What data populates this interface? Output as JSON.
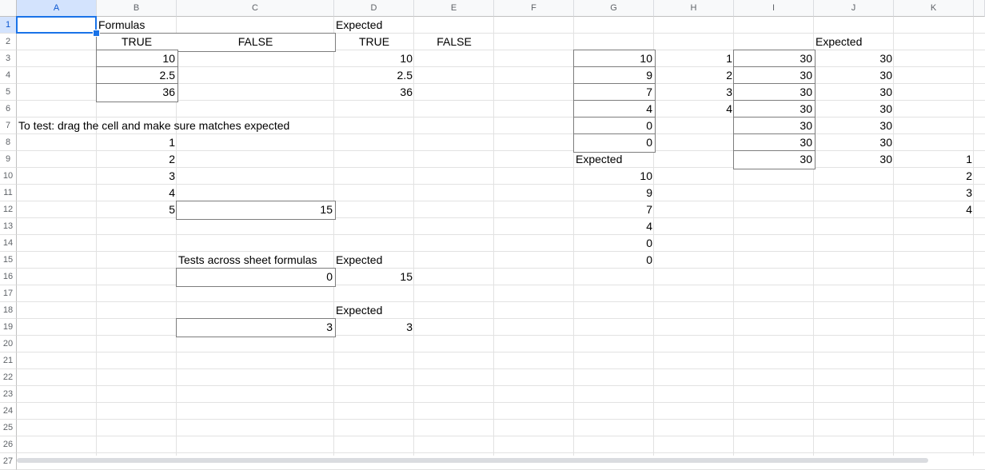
{
  "columns": [
    "A",
    "B",
    "C",
    "D",
    "E",
    "F",
    "G",
    "H",
    "I",
    "J",
    "K"
  ],
  "rows": [
    "1",
    "2",
    "3",
    "4",
    "5",
    "6",
    "7",
    "8",
    "9",
    "10",
    "11",
    "12",
    "13",
    "14",
    "15",
    "16",
    "17",
    "18",
    "19",
    "20",
    "21",
    "22",
    "23",
    "24",
    "25",
    "26",
    "27"
  ],
  "selected_cell": "A1",
  "cells": [
    {
      "ref": "B1",
      "text": "Formulas",
      "align": "l"
    },
    {
      "ref": "D1",
      "text": "Expected",
      "align": "l"
    },
    {
      "ref": "B2",
      "text": "TRUE",
      "align": "c"
    },
    {
      "ref": "C2",
      "text": "FALSE",
      "align": "c"
    },
    {
      "ref": "D2",
      "text": "TRUE",
      "align": "c"
    },
    {
      "ref": "E2",
      "text": "FALSE",
      "align": "c"
    },
    {
      "ref": "J2",
      "text": "Expected",
      "align": "l"
    },
    {
      "ref": "B3",
      "text": "10",
      "align": "r"
    },
    {
      "ref": "D3",
      "text": "10",
      "align": "r"
    },
    {
      "ref": "G3",
      "text": "10",
      "align": "r"
    },
    {
      "ref": "H3",
      "text": "1",
      "align": "r"
    },
    {
      "ref": "I3",
      "text": "30",
      "align": "r"
    },
    {
      "ref": "J3",
      "text": "30",
      "align": "r"
    },
    {
      "ref": "B4",
      "text": "2.5",
      "align": "r"
    },
    {
      "ref": "D4",
      "text": "2.5",
      "align": "r"
    },
    {
      "ref": "G4",
      "text": "9",
      "align": "r"
    },
    {
      "ref": "H4",
      "text": "2",
      "align": "r"
    },
    {
      "ref": "I4",
      "text": "30",
      "align": "r"
    },
    {
      "ref": "J4",
      "text": "30",
      "align": "r"
    },
    {
      "ref": "B5",
      "text": "36",
      "align": "r"
    },
    {
      "ref": "D5",
      "text": "36",
      "align": "r"
    },
    {
      "ref": "G5",
      "text": "7",
      "align": "r"
    },
    {
      "ref": "H5",
      "text": "3",
      "align": "r"
    },
    {
      "ref": "I5",
      "text": "30",
      "align": "r"
    },
    {
      "ref": "J5",
      "text": "30",
      "align": "r"
    },
    {
      "ref": "G6",
      "text": "4",
      "align": "r"
    },
    {
      "ref": "H6",
      "text": "4",
      "align": "r"
    },
    {
      "ref": "I6",
      "text": "30",
      "align": "r"
    },
    {
      "ref": "J6",
      "text": "30",
      "align": "r"
    },
    {
      "ref": "A7",
      "text": "To test: drag the cell and make sure matches expected",
      "align": "l"
    },
    {
      "ref": "G7",
      "text": "0",
      "align": "r"
    },
    {
      "ref": "I7",
      "text": "30",
      "align": "r"
    },
    {
      "ref": "J7",
      "text": "30",
      "align": "r"
    },
    {
      "ref": "B8",
      "text": "1",
      "align": "r"
    },
    {
      "ref": "G8",
      "text": "0",
      "align": "r"
    },
    {
      "ref": "I8",
      "text": "30",
      "align": "r"
    },
    {
      "ref": "J8",
      "text": "30",
      "align": "r"
    },
    {
      "ref": "B9",
      "text": "2",
      "align": "r"
    },
    {
      "ref": "G9",
      "text": "Expected",
      "align": "l"
    },
    {
      "ref": "I9",
      "text": "30",
      "align": "r"
    },
    {
      "ref": "J9",
      "text": "30",
      "align": "r"
    },
    {
      "ref": "K9",
      "text": "1",
      "align": "r"
    },
    {
      "ref": "B10",
      "text": "3",
      "align": "r"
    },
    {
      "ref": "G10",
      "text": "10",
      "align": "r"
    },
    {
      "ref": "K10",
      "text": "2",
      "align": "r"
    },
    {
      "ref": "B11",
      "text": "4",
      "align": "r"
    },
    {
      "ref": "G11",
      "text": "9",
      "align": "r"
    },
    {
      "ref": "K11",
      "text": "3",
      "align": "r"
    },
    {
      "ref": "B12",
      "text": "5",
      "align": "r"
    },
    {
      "ref": "C12",
      "text": "15",
      "align": "r"
    },
    {
      "ref": "G12",
      "text": "7",
      "align": "r"
    },
    {
      "ref": "K12",
      "text": "4",
      "align": "r"
    },
    {
      "ref": "G13",
      "text": "4",
      "align": "r"
    },
    {
      "ref": "G14",
      "text": "0",
      "align": "r"
    },
    {
      "ref": "C15",
      "text": "Tests across sheet formulas",
      "align": "l"
    },
    {
      "ref": "D15",
      "text": "Expected",
      "align": "l"
    },
    {
      "ref": "G15",
      "text": "0",
      "align": "r"
    },
    {
      "ref": "C16",
      "text": "0",
      "align": "r"
    },
    {
      "ref": "D16",
      "text": "15",
      "align": "r"
    },
    {
      "ref": "D18",
      "text": "Expected",
      "align": "l"
    },
    {
      "ref": "C19",
      "text": "3",
      "align": "r"
    },
    {
      "ref": "D19",
      "text": "3",
      "align": "r"
    }
  ],
  "bordered_ranges": [
    {
      "from": "B2",
      "to": "C2"
    },
    {
      "from": "B3",
      "to": "B3"
    },
    {
      "from": "B4",
      "to": "B4"
    },
    {
      "from": "B5",
      "to": "B5"
    },
    {
      "from": "G3",
      "to": "G3"
    },
    {
      "from": "G4",
      "to": "G4"
    },
    {
      "from": "G5",
      "to": "G5"
    },
    {
      "from": "G6",
      "to": "G6"
    },
    {
      "from": "G7",
      "to": "G7"
    },
    {
      "from": "G8",
      "to": "G8"
    },
    {
      "from": "I3",
      "to": "I3"
    },
    {
      "from": "I4",
      "to": "I4"
    },
    {
      "from": "I5",
      "to": "I5"
    },
    {
      "from": "I6",
      "to": "I6"
    },
    {
      "from": "I7",
      "to": "I7"
    },
    {
      "from": "I8",
      "to": "I8"
    },
    {
      "from": "I9",
      "to": "I9"
    },
    {
      "from": "C12",
      "to": "C12"
    },
    {
      "from": "C16",
      "to": "C16"
    },
    {
      "from": "C19",
      "to": "C19"
    }
  ]
}
